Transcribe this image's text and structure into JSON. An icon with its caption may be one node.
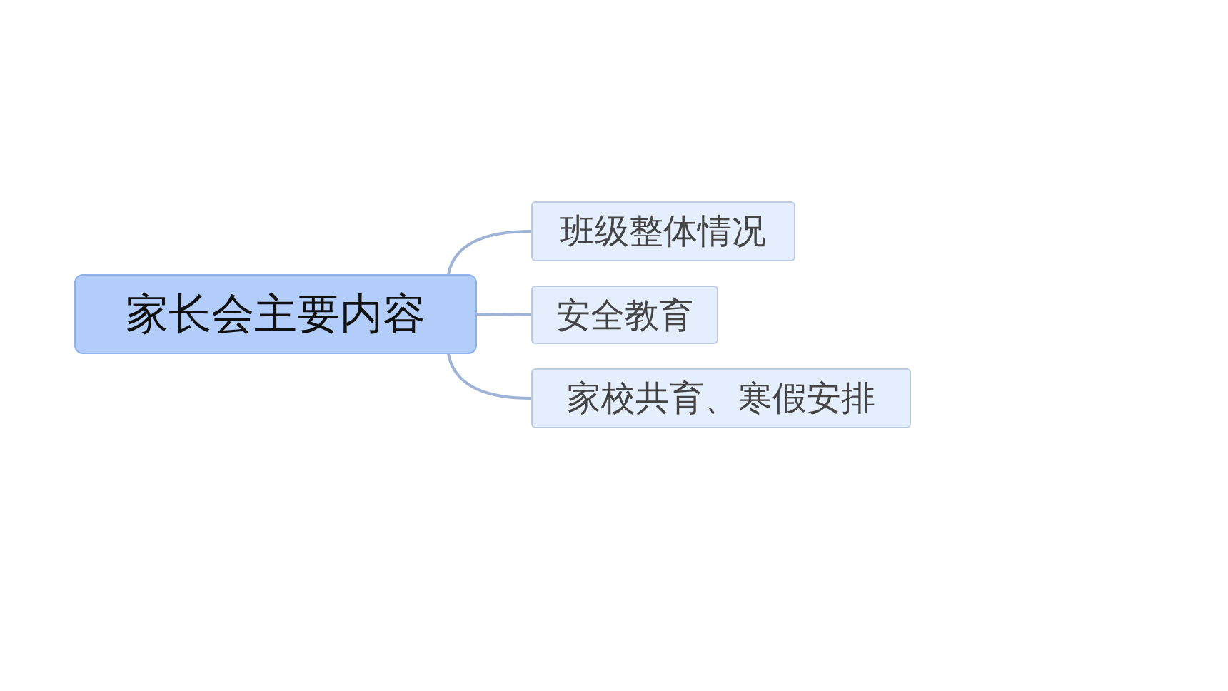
{
  "diagram": {
    "nodes": [
      {
        "text": [
          "家长会主要内容"
        ]
      },
      {
        "text": [
          "班级整体情况"
        ]
      },
      {
        "text": [
          "安全教育"
        ]
      },
      {
        "text": [
          "家校共育、寒假安排"
        ]
      }
    ],
    "edges": [
      {
        "from": 0,
        "to": 1,
        "arrow": "none"
      },
      {
        "from": 0,
        "to": 2,
        "arrow": "none"
      },
      {
        "from": 0,
        "to": 3,
        "arrow": "none"
      }
    ]
  }
}
